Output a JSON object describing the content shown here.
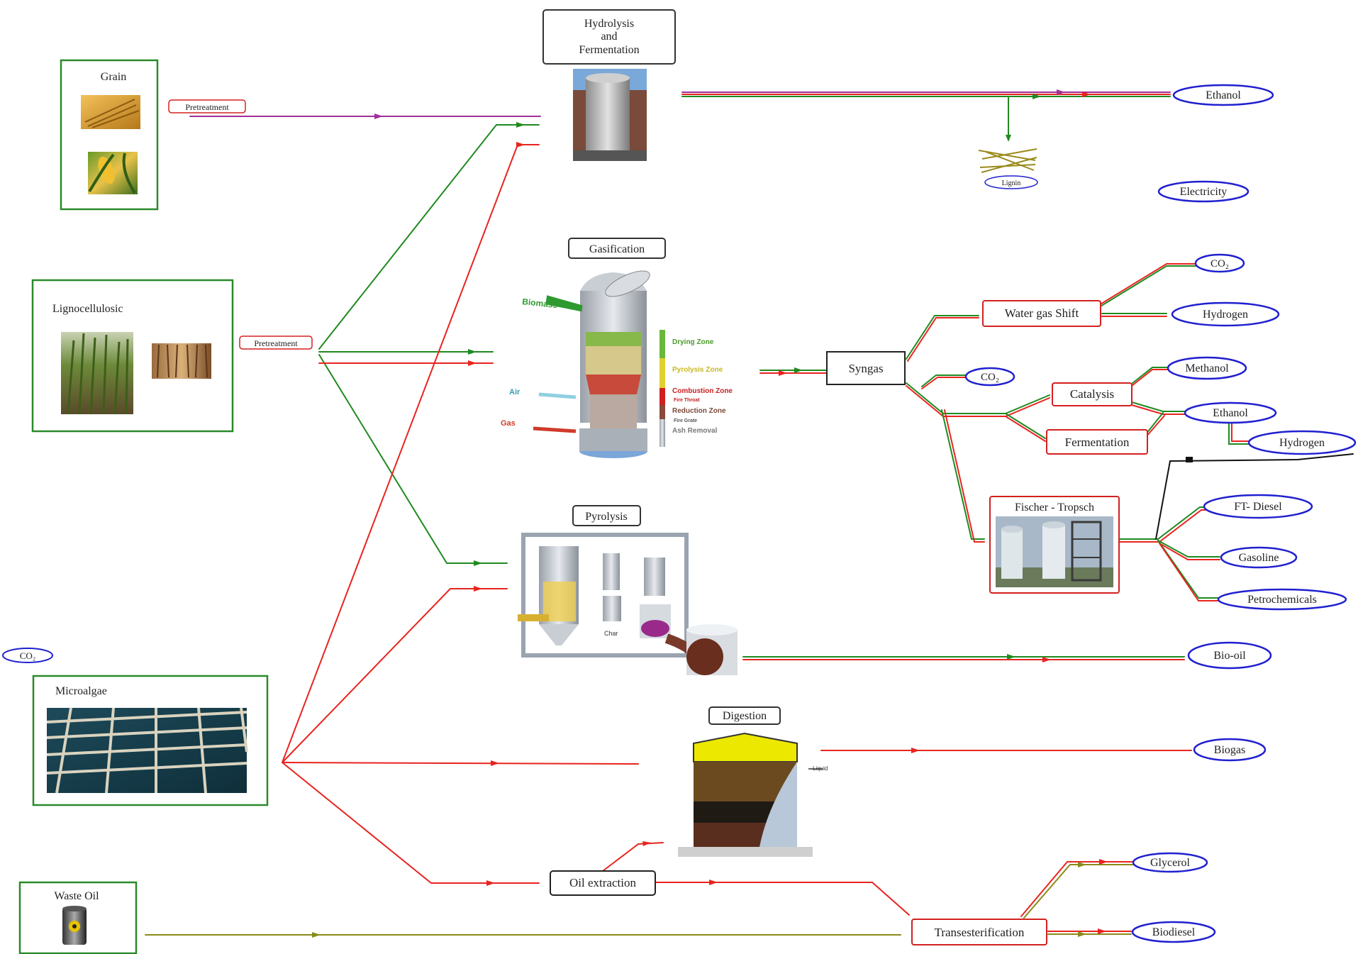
{
  "sources": {
    "grain": "Grain",
    "lignocellulosic": "Lignocellulosic",
    "microalgae": "Microalgae",
    "waste_oil": "Waste Oil"
  },
  "pretreatment_grain": "Pretreatment",
  "pretreatment_ligno": "Pretreatment",
  "co2_micro": "CO₂",
  "processes": {
    "hydrolysis_line1": "Hydrolysis",
    "hydrolysis_line2": "and",
    "hydrolysis_line3": "Fermentation",
    "gasification": "Gasification",
    "pyrolysis": "Pyrolysis",
    "digestion": "Digestion",
    "oil_extraction": "Oil extraction",
    "transesterification": "Transesterification",
    "syngas": "Syngas",
    "water_gas_shift": "Water gas Shift",
    "catalysis": "Catalysis",
    "fermentation": "Fermentation",
    "fischer_tropsch": "Fischer - Tropsch"
  },
  "products": {
    "ethanol_top": "Ethanol",
    "lignin": "Lignin",
    "electricity": "Electricity",
    "co2_wgs": "CO₂",
    "hydrogen_wgs": "Hydrogen",
    "co2_syngas": "CO₂",
    "methanol": "Methanol",
    "ethanol_mid": "Ethanol",
    "hydrogen_mid": "Hydrogen",
    "ft_diesel": "FT- Diesel",
    "gasoline": "Gasoline",
    "petrochemicals": "Petrochemicals",
    "bio_oil": "Bio-oil",
    "biogas": "Biogas",
    "glycerol": "Glycerol",
    "biodiesel": "Biodiesel"
  },
  "gasifier_labels": {
    "biomass": "Biomass",
    "air": "Air",
    "gas": "Gas",
    "drying": "Drying Zone",
    "pyrolysis": "Pyrolysis Zone",
    "combustion": "Combustion Zone",
    "fire_throat": "Fire Throat",
    "reduction": "Reduction Zone",
    "fire_grate": "Fire Grate",
    "ash": "Ash Removal"
  },
  "pyrolysis_labels": {
    "char": "Char"
  },
  "digester_labels": {
    "liquid": "Liquid"
  },
  "colors": {
    "green": "#1f8a1f",
    "red": "#e8241f",
    "purple": "#a0309a",
    "olive": "#8a8a1a",
    "blue_oval": "#2020d0",
    "source_box": "#2a8a2a",
    "process_box_red": "#d42020"
  },
  "icons": [
    "grain-photo",
    "corn-photo",
    "grass-photo",
    "wood-photo",
    "algae-pond-photo",
    "oil-barrel-icon",
    "silo-photo",
    "gasifier-illustration",
    "pyrolysis-illustration",
    "digester-illustration",
    "ft-plant-photo"
  ]
}
